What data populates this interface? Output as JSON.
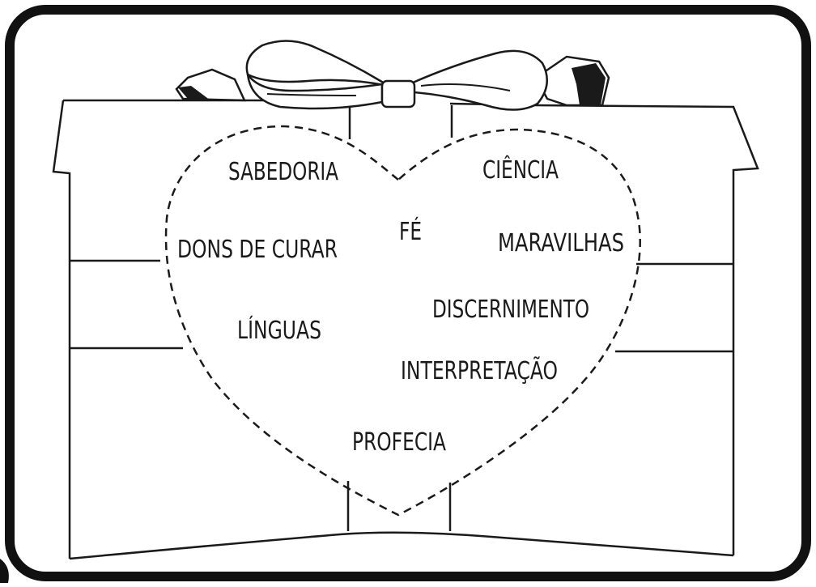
{
  "words": {
    "sabedoria": "SABEDORIA",
    "ciencia": "CIÊNCIA",
    "fe": "FÉ",
    "dons_de_curar": "DONS DE CURAR",
    "maravilhas": "MARAVILHAS",
    "discernimento": "DISCERNIMENTO",
    "linguas": "LÍNGUAS",
    "interpretacao": "INTERPRETAÇÃO",
    "profecia": "PROFECIA"
  },
  "colors": {
    "ink": "#1a1a1a",
    "paper": "#ffffff",
    "border": "#111111"
  }
}
